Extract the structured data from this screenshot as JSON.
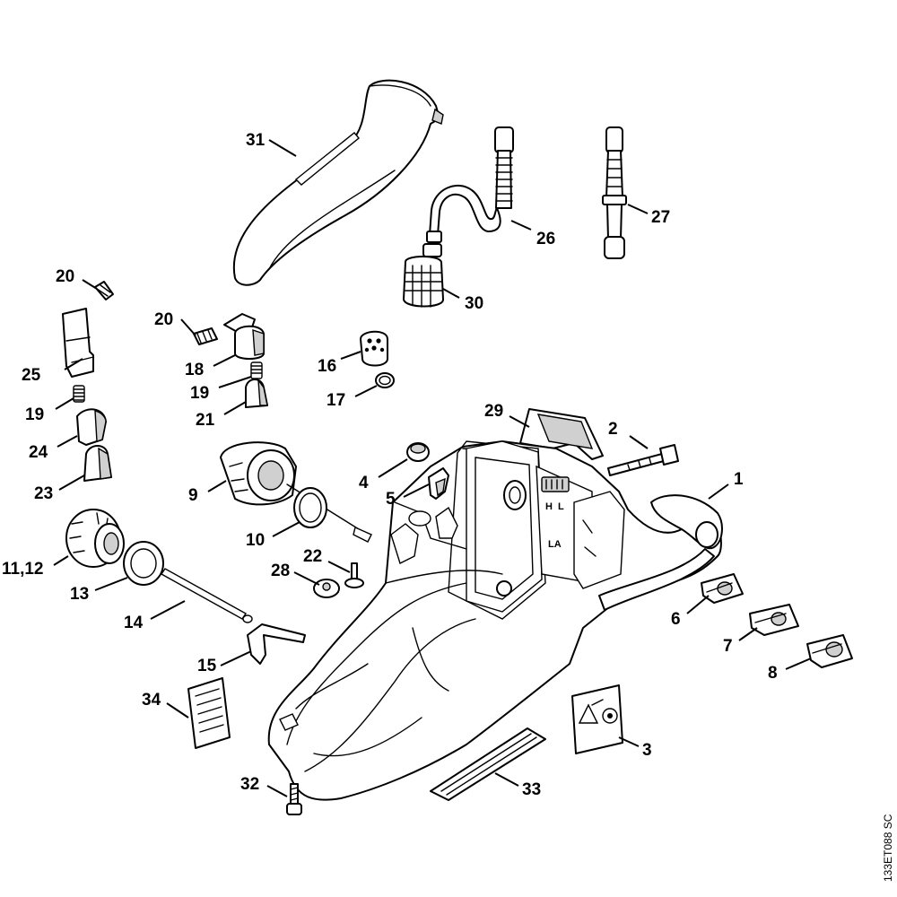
{
  "diagram": {
    "drawing_code": "133ET088 SC",
    "control_markings": {
      "carburetor_high": "H",
      "carburetor_low": "L",
      "idle_adjust": "LA"
    },
    "callouts": [
      {
        "id": "c31",
        "label": "31"
      },
      {
        "id": "c26",
        "label": "26"
      },
      {
        "id": "c27",
        "label": "27"
      },
      {
        "id": "c30",
        "label": "30"
      },
      {
        "id": "c20a",
        "label": "20"
      },
      {
        "id": "c20b",
        "label": "20"
      },
      {
        "id": "c25",
        "label": "25"
      },
      {
        "id": "c18",
        "label": "18"
      },
      {
        "id": "c19a",
        "label": "19"
      },
      {
        "id": "c19b",
        "label": "19"
      },
      {
        "id": "c21",
        "label": "21"
      },
      {
        "id": "c16",
        "label": "16"
      },
      {
        "id": "c17",
        "label": "17"
      },
      {
        "id": "c24",
        "label": "24"
      },
      {
        "id": "c23",
        "label": "23"
      },
      {
        "id": "c29",
        "label": "29"
      },
      {
        "id": "c2",
        "label": "2"
      },
      {
        "id": "c1",
        "label": "1"
      },
      {
        "id": "c4",
        "label": "4"
      },
      {
        "id": "c5",
        "label": "5"
      },
      {
        "id": "c9",
        "label": "9"
      },
      {
        "id": "c10",
        "label": "10"
      },
      {
        "id": "c11-12",
        "label": "11,12"
      },
      {
        "id": "c13",
        "label": "13"
      },
      {
        "id": "c22",
        "label": "22"
      },
      {
        "id": "c28",
        "label": "28"
      },
      {
        "id": "c14",
        "label": "14"
      },
      {
        "id": "c15",
        "label": "15"
      },
      {
        "id": "c6",
        "label": "6"
      },
      {
        "id": "c7",
        "label": "7"
      },
      {
        "id": "c8",
        "label": "8"
      },
      {
        "id": "c34",
        "label": "34"
      },
      {
        "id": "c3",
        "label": "3"
      },
      {
        "id": "c32",
        "label": "32"
      },
      {
        "id": "c33",
        "label": "33"
      }
    ]
  }
}
